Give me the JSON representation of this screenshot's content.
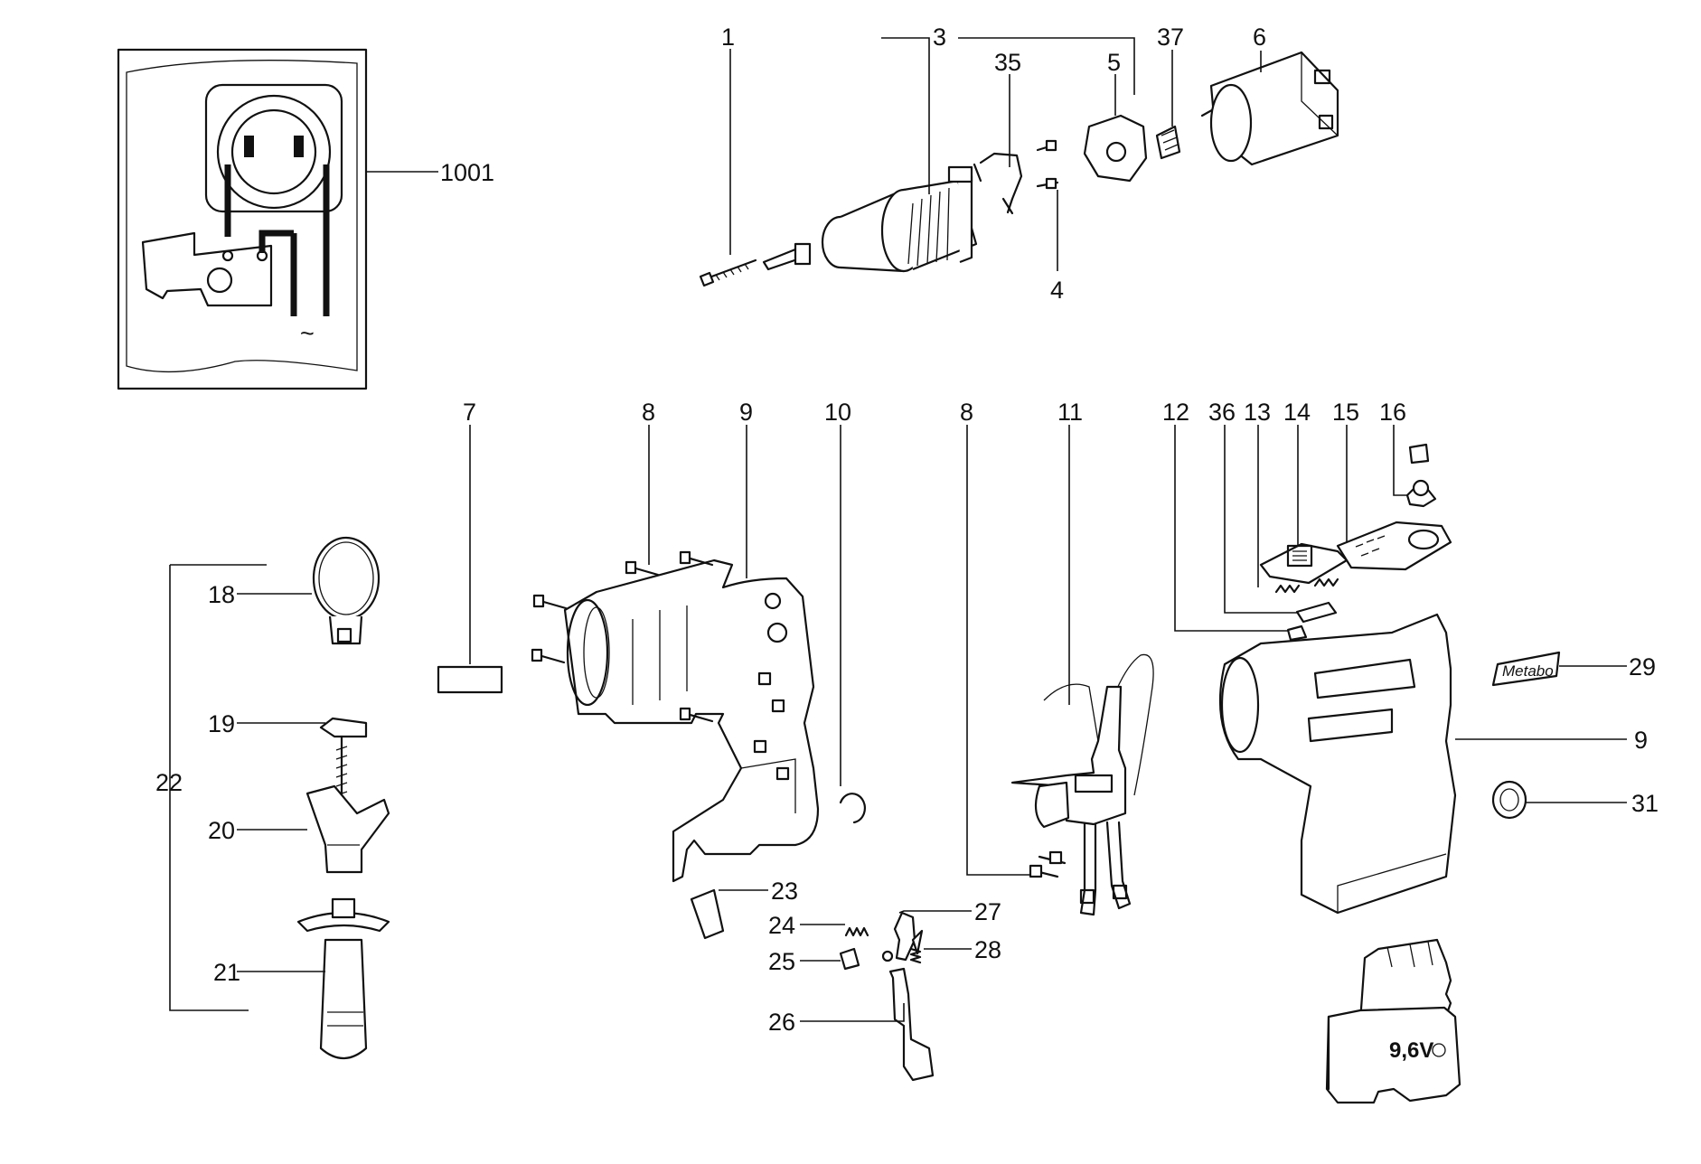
{
  "labels": {
    "p1": "1",
    "p3": "3",
    "p35": "35",
    "p5": "5",
    "p37": "37",
    "p6": "6",
    "p4": "4",
    "p1001": "1001",
    "p7": "7",
    "p8a": "8",
    "p9a": "9",
    "p10": "10",
    "p8b": "8",
    "p11": "11",
    "p12": "12",
    "p36": "36",
    "p13": "13",
    "p14": "14",
    "p15": "15",
    "p16": "16",
    "p18": "18",
    "p19": "19",
    "p20": "20",
    "p21": "21",
    "p22": "22",
    "p23": "23",
    "p24": "24",
    "p25": "25",
    "p26": "26",
    "p27": "27",
    "p28": "28",
    "p29": "29",
    "p9b": "9",
    "p31": "31"
  },
  "markings": {
    "brand_plate": "Metabo",
    "battery_voltage": "9,6V",
    "ac_symbol": "~"
  }
}
